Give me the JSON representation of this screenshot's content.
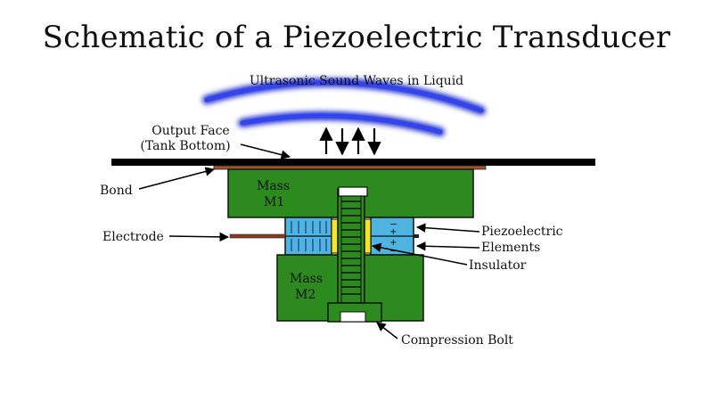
{
  "title": "Schematic of a Piezoelectric Transducer",
  "labels": {
    "waves": "Ultrasonic Sound Waves in Liquid",
    "output_face_1": "Output Face",
    "output_face_2": "(Tank Bottom)",
    "bond": "Bond",
    "electrode": "Electrode",
    "piezo_1": "Piezoelectric",
    "piezo_2": "Elements",
    "insulator": "Insulator",
    "compression_bolt": "Compression Bolt",
    "mass_m1_line1": "Mass",
    "mass_m1_line2": "M1",
    "mass_m2_line1": "Mass",
    "mass_m2_line2": "M2",
    "minus_sign": "−",
    "plus_sign": "+"
  },
  "colors": {
    "mass_green": "#2d8a1f",
    "piezo_blue": "#4fb4e0",
    "insulator_yellow": "#f5e52a",
    "bond_brown": "#a0522d",
    "wave_blue": "#2233cc",
    "plate_black": "#000000"
  }
}
